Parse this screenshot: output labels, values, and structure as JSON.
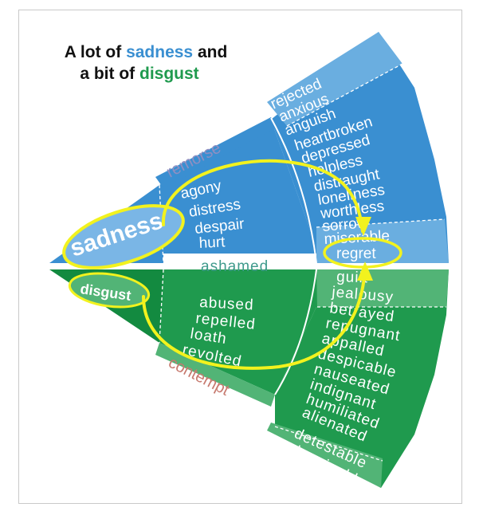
{
  "title": {
    "line1_prefix": "A lot of ",
    "line1_highlight": "sadness",
    "line1_suffix": " and",
    "line2_prefix": "a bit of ",
    "line2_highlight": "disgust"
  },
  "core_emotions": {
    "sadness": "sadness",
    "disgust": "disgust"
  },
  "secondary_labels": {
    "remorse": "remorse",
    "ashamed": "ashamed",
    "contempt": "contempt"
  },
  "sadness_inner_words": [
    "agony",
    "distress",
    "despair",
    "hurt"
  ],
  "sadness_outer_words": [
    "rejected",
    "anxious",
    "anguish",
    "heartbroken",
    "depressed",
    "helpless",
    "distraught",
    "loneliness",
    "worthless",
    "sorrow",
    "miserable"
  ],
  "highlight_word": "regret",
  "disgust_inner_words": [
    "abused",
    "repelled",
    "loath",
    "revolted"
  ],
  "disgust_outer_words": [
    "guilt",
    "jealousy",
    "betrayed",
    "repugnant",
    "appalled",
    "despicable",
    "nauseated",
    "indignant",
    "humiliated",
    "alienated",
    "detestable",
    "abominable"
  ],
  "colors": {
    "sadness_blue": "#3a8fd1",
    "sadness_light": "#6aaee0",
    "disgust_green": "#1f9a4e",
    "disgust_light": "#52b476",
    "disgust_dark": "#138a40",
    "highlight_yellow": "#f2f21e",
    "remorse_text": "#8f8fc2",
    "ashamed_text": "#3f9a8c",
    "contempt_text": "#c77a6f"
  }
}
